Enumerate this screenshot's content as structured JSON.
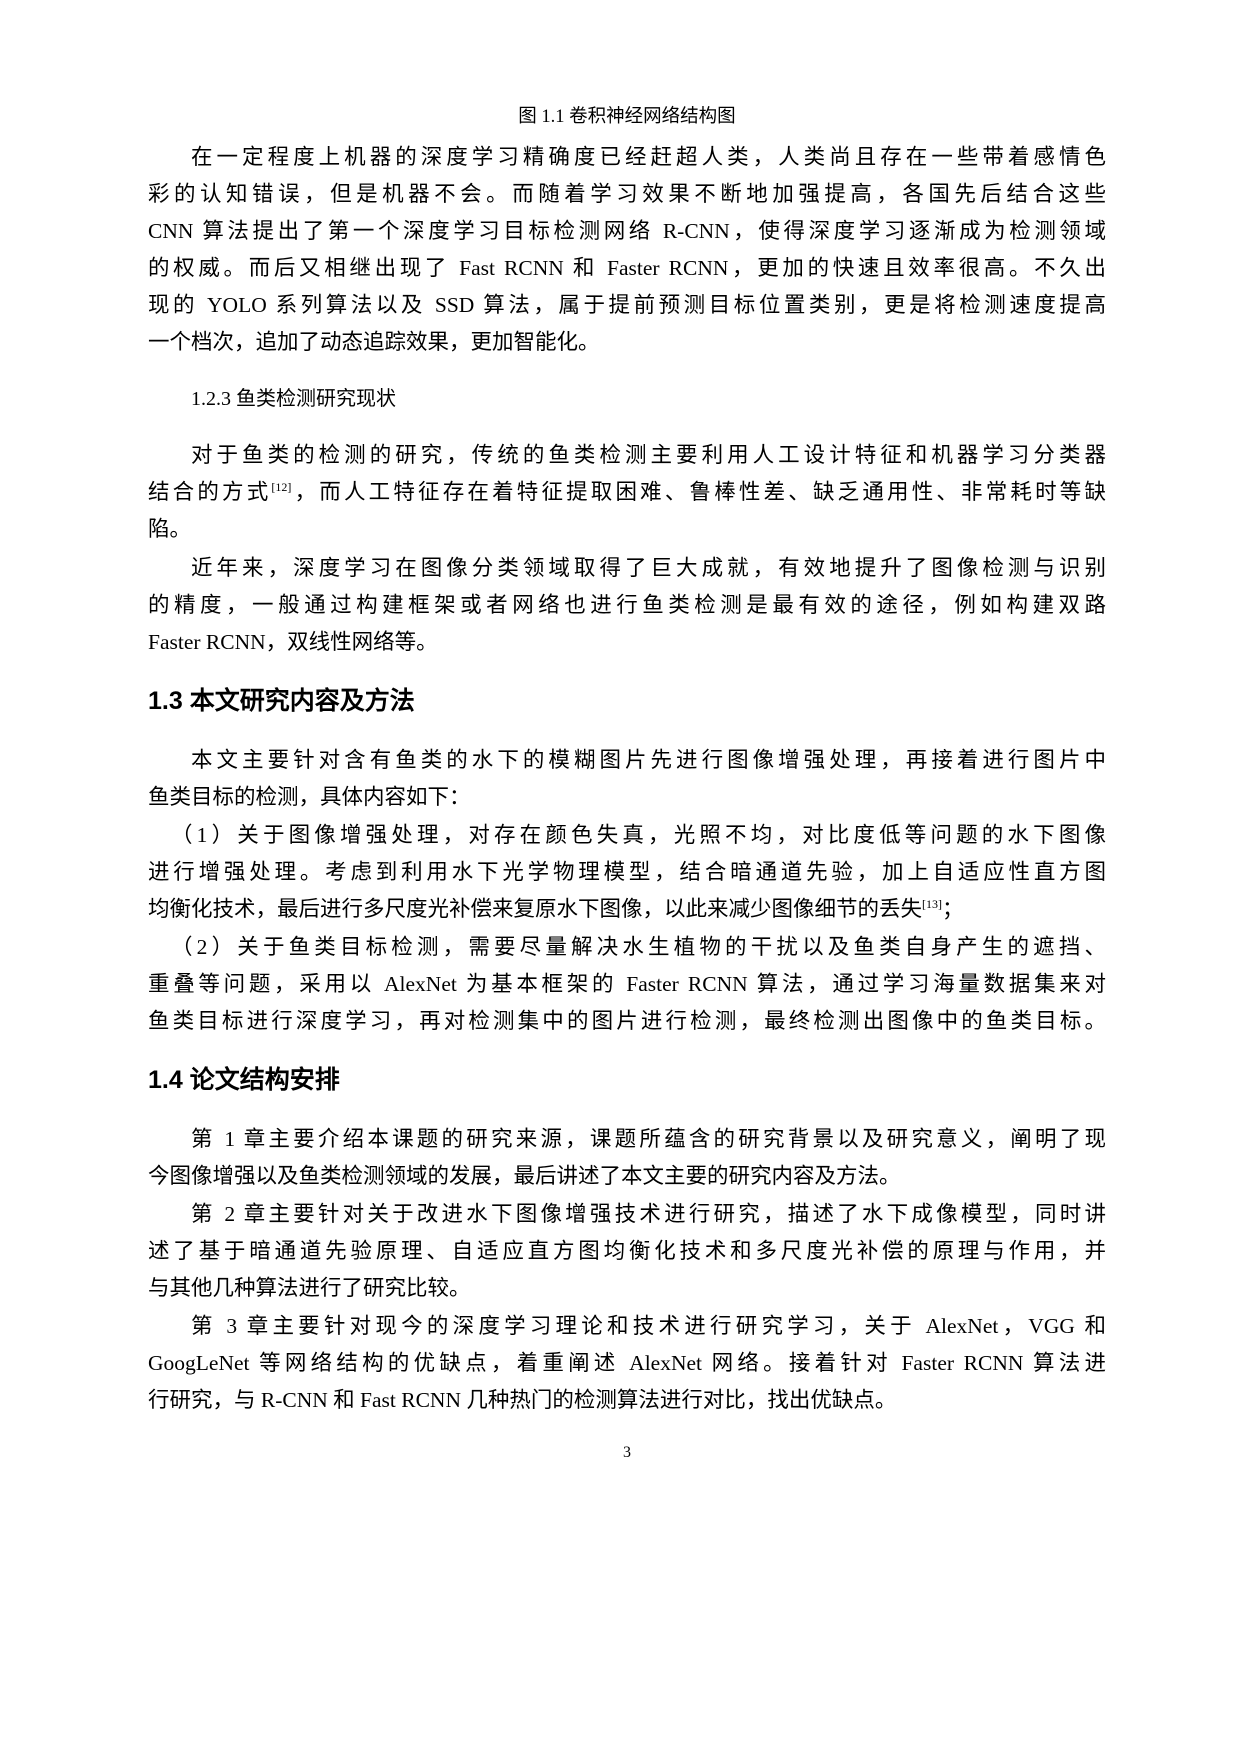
{
  "figure_caption": "图 1.1 卷积神经网络结构图",
  "para1": {
    "lines": [
      "在一定程度上机器的深度学习精确度已经赶超人类，人类尚且存在一些带着感情色",
      "彩的认知错误，但是机器不会。而随着学习效果不断地加强提高，各国先后结合这些",
      "CNN 算法提出了第一个深度学习目标检测网络 R-CNN，使得深度学习逐渐成为检测领域",
      "的权威。而后又相继出现了 Fast RCNN 和 Faster RCNN，更加的快速且效率很高。不久出",
      "现的 YOLO 系列算法以及 SSD 算法，属于提前预测目标位置类别，更是将检测速度提高",
      "一个档次，追加了动态追踪效果，更加智能化。"
    ]
  },
  "subsection_1_2_3": "1.2.3 鱼类检测研究现状",
  "para2": {
    "line1": "对于鱼类的检测的研究，传统的鱼类检测主要利用人工设计特征和机器学习分类器",
    "line2_before": "结合的方式",
    "line2_ref": "[12]",
    "line2_after": "，而人工特征存在着特征提取困难、鲁棒性差、缺乏通用性、非常耗时等缺",
    "line3": "陷。"
  },
  "para3": {
    "lines": [
      "近年来，深度学习在图像分类领域取得了巨大成就，有效地提升了图像检测与识别",
      "的精度，一般通过构建框架或者网络也进行鱼类检测是最有效的途径，例如构建双路",
      "Faster RCNN，双线性网络等。"
    ]
  },
  "section_1_3": "1.3 本文研究内容及方法",
  "para4": {
    "lines": [
      "本文主要针对含有鱼类的水下的模糊图片先进行图像增强处理，再接着进行图片中",
      "鱼类目标的检测，具体内容如下："
    ]
  },
  "item1": {
    "line1": "（1）关于图像增强处理，对存在颜色失真，光照不均，对比度低等问题的水下图像",
    "line2": "进行增强处理。考虑到利用水下光学物理模型，结合暗通道先验，加上自适应性直方图",
    "line3_before": "均衡化技术，最后进行多尺度光补偿来复原水下图像，以此来减少图像细节的丢失",
    "line3_ref": "[13]",
    "line3_after": "；"
  },
  "item2": {
    "lines": [
      "（2）关于鱼类目标检测，需要尽量解决水生植物的干扰以及鱼类自身产生的遮挡、",
      "重叠等问题，采用以 AlexNet 为基本框架的 Faster RCNN 算法，通过学习海量数据集来对",
      "鱼类目标进行深度学习，再对检测集中的图片进行检测，最终检测出图像中的鱼类目标。"
    ]
  },
  "section_1_4": "1.4  论文结构安排",
  "chapter1": {
    "lines": [
      "第 1 章主要介绍本课题的研究来源，课题所蕴含的研究背景以及研究意义，阐明了现",
      "今图像增强以及鱼类检测领域的发展，最后讲述了本文主要的研究内容及方法。"
    ]
  },
  "chapter2": {
    "lines": [
      "第 2 章主要针对关于改进水下图像增强技术进行研究，描述了水下成像模型，同时讲",
      "述了基于暗通道先验原理、自适应直方图均衡化技术和多尺度光补偿的原理与作用，并",
      "与其他几种算法进行了研究比较。"
    ]
  },
  "chapter3": {
    "lines": [
      "第 3 章主要针对现今的深度学习理论和技术进行研究学习，关于 AlexNet，VGG 和",
      "GoogLeNet 等网络结构的优缺点，着重阐述 AlexNet 网络。接着针对 Faster RCNN 算法进",
      "行研究，与 R-CNN 和 Fast RCNN 几种热门的检测算法进行对比，找出优缺点。"
    ]
  },
  "page_number": "3"
}
